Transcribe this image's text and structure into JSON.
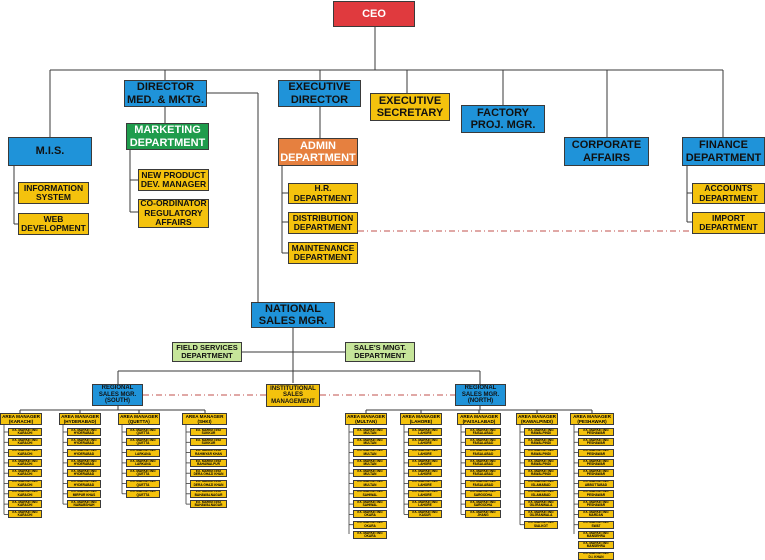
{
  "ceo": "CEO",
  "top": {
    "director": "DIRECTOR\nMED. & MKTG.",
    "executive_director": "EXECUTIVE\nDIRECTOR",
    "executive_secretary": "EXECUTIVE\nSECRETARY",
    "factory": "FACTORY\nPROJ. MGR.",
    "corporate": "CORPORATE\nAFFAIRS",
    "finance": "FINANCE\nDEPARTMENT",
    "mis": "M.I.S."
  },
  "mis_children": [
    "INFORMATION\nSYSTEM",
    "WEB\nDEVELOPMENT"
  ],
  "marketing": "MARKETING\nDEPARTMENT",
  "marketing_children": [
    "NEW PRODUCT\nDEV. MANAGER",
    "CO-ORDINATOR\nREGULATORY\nAFFAIRS"
  ],
  "admin": "ADMIN\nDEPARTMENT",
  "admin_children": [
    "H.R.\nDEPARTMENT",
    "DISTRIBUTION\nDEPARTMENT",
    "MAINTENANCE\nDEPARTMENT"
  ],
  "finance_children": [
    "ACCOUNTS\nDEPARTMENT",
    "IMPORT\nDEPARTMENT"
  ],
  "national_sales": "NATIONAL\nSALES MGR.",
  "field_services": "FIELD SERVICES\nDEPARTMENT",
  "sales_mngt": "SALE'S MNGT.\nDEPARTMENT",
  "rsm_south": "REGIONAL\nSALES MGR.\n(SOUTH)",
  "institutional": "INSTITUTIONAL\nSALES\nMANAGEMENT",
  "rsm_north": "REGIONAL\nSALES MGR.\n(NORTH)",
  "areas": [
    {
      "title": "AREA MANAGER\n(KARACHI)",
      "staff": [
        "EX. MARKETING\nKARACHI",
        "EX. MARKETING\nKARACHI",
        "EX. MARKETING\nKARACHI",
        "EX. MARKETING\nKARACHI",
        "EX. MARKETING\nKARACHI",
        "EX. MARKETING\nKARACHI",
        "EX. MARKETING\nKARACHI",
        "EX. MARKETING\nKARACHI",
        "EX. MARKETING\nKARACHI"
      ]
    },
    {
      "title": "AREA MANAGER\n(HYDERABAD)",
      "staff": [
        "EX. MARKETING\nHYDERABAD",
        "EX. MARKETING\nHYDERABAD",
        "EX. MARKETING\nHYDERABAD",
        "EX. MARKETING\nHYDERABAD",
        "EX. MARKETING\nHYDERABAD",
        "EX. MARKETING\nHYDERABAD",
        "EX. MARKETING\nMIRPUR KHAS",
        "EX. MARKETING\nNAWABSHAH"
      ]
    },
    {
      "title": "AREA MANAGER\n(QUETTA)",
      "staff": [
        "EX. MARKETING\nQUETTA",
        "EX. MARKETING\nQUETTA",
        "EX. MARKETING\nLARKANA",
        "EX. MARKETING\nLARKANA",
        "EX. MARKETING\nQUETTA",
        "EX. MARKETING\nQUETTA",
        "EX. MARKETING\nQUETTA"
      ]
    },
    {
      "title": "AREA MANAGER\n(SHKI)",
      "staff": [
        "EX. MARKETING\nSUKKUR",
        "EX. MARKETING\nSUKKUR",
        "EX. MARKETING\nRAHIMYAR KHAN",
        "EX. MARKETING\nBAHAWALPUR",
        "EX. MARKETING\nDERA GHAZI KHAN",
        "EX. MARKETING\nDERA GHAZI KHAN",
        "EX. MARKETING\nBAHAWALNAGAR",
        "EX. MARKETING\nBAHAWALNAGAR"
      ]
    },
    {
      "title": "AREA MANAGER\n(MULTAN)",
      "staff": [
        "EX. MARKETING\nMULTAN",
        "EX. MARKETING\nMULTAN",
        "EX. MARKETING\nMULTAN",
        "EX. MARKETING\nMULTAN",
        "EX. MARKETING\nMULTAN",
        "EX. MARKETING\nMULTAN",
        "EX. MARKETING\nSAHIWAL",
        "EX. MARKETING\nSAHIWAL",
        "EX. MARKETING\nOKARA",
        "EX. MARKETING\nOKARA",
        "EX. MARKETING\nOKARA"
      ]
    },
    {
      "title": "AREA MANAGER\n(LAHORE)",
      "staff": [
        "EX. MARKETING\nLAHORE",
        "EX. MARKETING\nLAHORE",
        "EX. MARKETING\nLAHORE",
        "EX. MARKETING\nLAHORE",
        "EX. MARKETING\nLAHORE",
        "EX. MARKETING\nLAHORE",
        "EX. MARKETING\nLAHORE",
        "EX. MARKETING\nLAHORE",
        "EX. MARKETING\nKASUR"
      ]
    },
    {
      "title": "AREA MANAGER\n(FAISALABAD)",
      "staff": [
        "EX. MARKETING\nFAISALABAD",
        "EX. MARKETING\nFAISALABAD",
        "EX. MARKETING\nFAISALABAD",
        "EX. MARKETING\nFAISALABAD",
        "EX. MARKETING\nFAISALABAD",
        "EX. MARKETING\nFAISALABAD",
        "EX. MARKETING\nSARGODHA",
        "EX. MARKETING\nSARGODHA",
        "EX. MARKETING\nJHANG"
      ]
    },
    {
      "title": "AREA MANAGER\n(RAWALPINDI)",
      "staff": [
        "EX. MARKETING\nRAWALPINDI",
        "EX. MARKETING\nRAWALPINDI",
        "EX. MARKETING\nRAWALPINDI",
        "EX. MARKETING\nRAWALPINDI",
        "EX. MARKETING\nRAWALPINDI",
        "EX. MARKETING\nISLAMABAD",
        "EX. MARKETING\nISLAMABAD",
        "EX. MARKETING\nGUJRANWALA",
        "EX. MARKETING\nGUJRANWALA",
        "EX. MARKETING\nSIALKOT"
      ]
    },
    {
      "title": "AREA MANAGER\n(PESHAWAR)",
      "staff": [
        "EX. MARKETING\nPESHAWAR",
        "EX. MARKETING\nPESHAWAR",
        "EX. MARKETING\nPESHAWAR",
        "EX. MARKETING\nPESHAWAR",
        "EX. MARKETING\nPESHAWAR",
        "EX. MARKETING\nABBOTTABAD",
        "EX. MARKETING\nPESHAWAR",
        "EX. MARKETING\nPESHAWAR",
        "EX. MARKETING\nMARDAN",
        "EX. MARKETING\nSWAT",
        "EX. MARKETING\nMANSEHRA",
        "EX. MARKETING\nMANSEHRA",
        "EX. MARKETING\nD.I. KHAN"
      ]
    }
  ]
}
